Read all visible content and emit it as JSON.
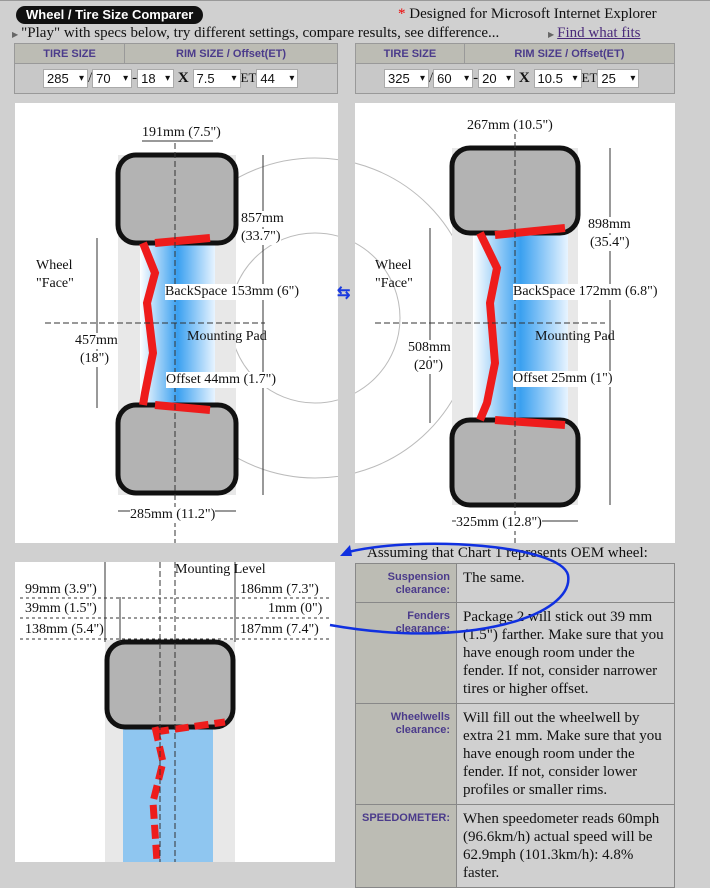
{
  "header": {
    "title": "Wheel / Tire Size Comparer",
    "ie_star": "*",
    "ie_note": "Designed for Microsoft Internet Explorer",
    "play_text": "\"Play\" with specs below, try different settings, compare results, see difference...",
    "find_link": "Find what fits"
  },
  "spec_headers": {
    "tire": "TIRE SIZE",
    "rim": "RIM SIZE / Offset(ET)",
    "slash": "/",
    "dash": "-",
    "x": "X",
    "et": "ET"
  },
  "package1": {
    "width": "285",
    "profile": "70",
    "rim_diameter": "18",
    "rim_width": "7.5",
    "offset": "44"
  },
  "package2": {
    "width": "325",
    "profile": "60",
    "rim_diameter": "20",
    "rim_width": "10.5",
    "offset": "25"
  },
  "chart1": {
    "section_width": "191mm (7.5\")",
    "diameter_mm": "857mm",
    "diameter_in": "(33.7\")",
    "wheel": "Wheel",
    "face": "\"Face\"",
    "backspace": "BackSpace 153mm (6\")",
    "mounting_pad": "Mounting Pad",
    "rim_mm": "457mm",
    "rim_in": "(18\")",
    "offset": "Offset 44mm (1.7\")",
    "tire_width": "285mm (11.2\")"
  },
  "chart2": {
    "section_width": "267mm (10.5\")",
    "diameter_mm": "898mm",
    "diameter_in": "(35.4\")",
    "wheel": "Wheel",
    "face": "\"Face\"",
    "backspace": "BackSpace 172mm (6.8\")",
    "mounting_pad": "Mounting Pad",
    "rim_mm": "508mm",
    "rim_in": "(20\")",
    "offset": "Offset 25mm (1\")",
    "tire_width": "325mm (12.8\")"
  },
  "swap_icon": "⇆",
  "chart3": {
    "mounting_level": "Mounting Level",
    "l1": "99mm (3.9\")",
    "l2": "39mm (1.5\")",
    "l3": "138mm (5.4\")",
    "r1": "186mm (7.3\")",
    "r2": "1mm (0\")",
    "r3": "187mm (7.4\")"
  },
  "results": {
    "heading": "Assuming that Chart 1 represents OEM wheel:",
    "rows": [
      {
        "key": "Suspension clearance:",
        "value": "The same."
      },
      {
        "key": "Fenders clearance:",
        "value": "Package 2 will stick out 39 mm (1.5\") farther. Make sure that you have enough room under the fender. If not, consider narrower tires or higher offset."
      },
      {
        "key": "Wheelwells clearance:",
        "value": "Will fill out the wheelwell by extra 21 mm. Make sure that you have enough room under the fender. If not, consider lower profiles or smaller rims."
      },
      {
        "key": "SPEEDOMETER:",
        "value": "When speedometer reads 60mph (96.6km/h) actual speed will be 62.9mph (101.3km/h): 4.8% faster."
      }
    ]
  },
  "colors": {
    "rim_red": "#ee1c1c",
    "rim_blue": "#3aa0f0",
    "annotation_blue": "#1030e0",
    "header_purple": "#4b3b8b"
  }
}
